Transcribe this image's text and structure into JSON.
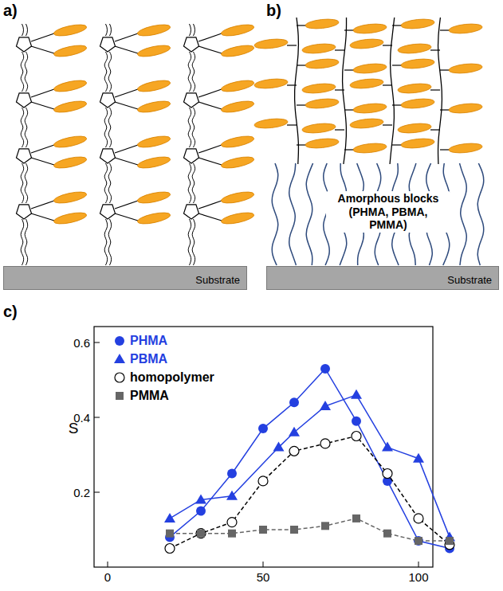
{
  "diagram": {
    "nodes": [
      {
        "text": [
          "Substrate"
        ]
      },
      {
        "text": [
          "Substrate"
        ]
      }
    ],
    "edges": [],
    "labels": [
      "a)",
      "b)",
      "c)",
      "Amorphous blocks (PHMA, PBMA, PMMA)",
      "S",
      "0.6",
      "0.4",
      "0.2",
      "0",
      "50",
      "100"
    ],
    "legend": [
      {
        "text": "PHMA"
      },
      {
        "text": "PBMA"
      },
      {
        "text": "homopolymer"
      },
      {
        "text": "PMMA"
      }
    ]
  }
}
